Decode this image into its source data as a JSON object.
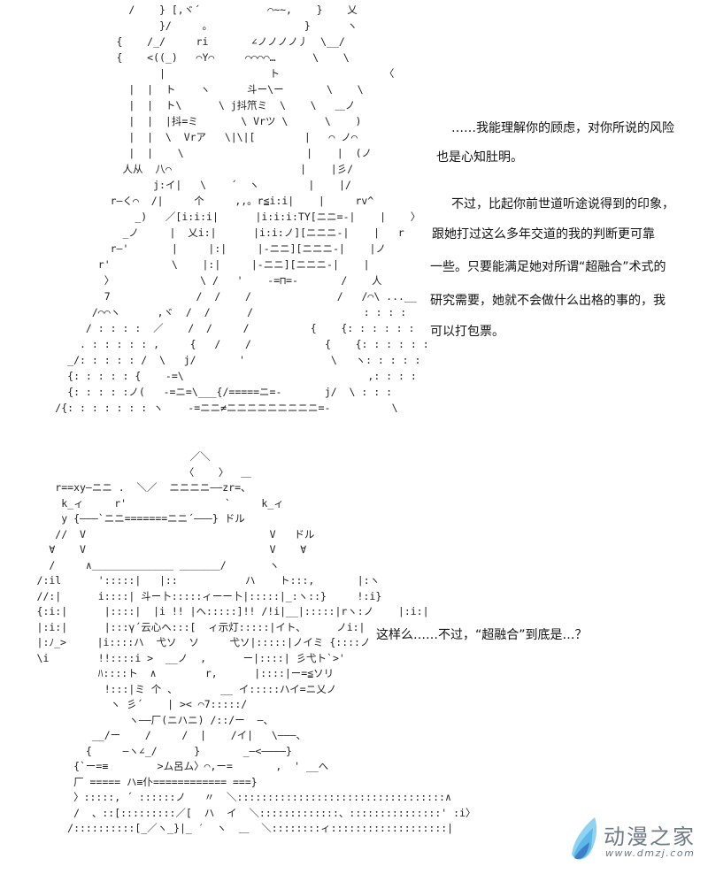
{
  "art_top": [
    "                     /    } [,ヾ´           ⌒~~,    }    乂",
    "                          }/     。               }      ヽ",
    "                   {    /_/     ri       ∠ノノノノ丿  \\__/",
    "                   {    <((_)   ⌒Y⌒     ⌒⌒⌒⌒…      \\    \\",
    "                          |                 ト                 〈",
    "                     |  |  ト    ヽ      斗ー\\ー       \\    \\",
    "                     |  |  ト\\      \\ j抖笊ミ  \\    \\   ＿ノ",
    "                     |  |  |抖=ミ       \\ Vrツ \\      \\    )",
    "                     |  |  \\  Vrア   \\|\\|[        |   ⌒ ノ⌒",
    "                     |  |    \\                    |    |  (ノ",
    "                    人从  八⌒                     |    |彡/",
    "                         j:イ|   \\    ´  ヽ        |    |/",
    "                  r―く⌒  /|     个     ,,。r≦i:i|    |     rv^",
    "                      _)   ／[i:i:i|      |i:i:i:TY[ニニ=-|    |    〉",
    "                    _ノ     |  乂i:|      |i:i:ノ][ニニニ-|    |   r",
    "                  r―'       |     |:|     |-ニニ][ニニニ-|    |ノ",
    "                r'          \\    |:|     |-ニニ][ニニニ-|    |",
    "                 〉              \\ /   '    -=⊓=-       /    人",
    "                 7              /  /    /              /   /⌒\\ ...__",
    "               /⌒⌒ヽ      ,ヾ  /  /      /                  : : : :",
    "              / : : : :  ／    /  /     /          {    {: : : : : :",
    "             . : : : : : ,     {   /    /            {    {: : : : : :",
    "           _/: : : : : /  \\   j/       '              \\   ヽ: : : : :",
    "           {: : : : : {    -=\\                              ,: : : :",
    "           {: : : : :ノ(   -=ニ=\\___{/=====ニ=-       j/  \\ : : :",
    "         /{: : : : : : : ヽ    -=ニニ≠ニニニニニニニニニ=-          \\"
  ],
  "art_bottom": [
    "                               ／＼",
    "                              〈    〉  ＿",
    "         r==xy―ニニ .  ＼／  ニニニニ――zr=、",
    "          k_ィ     r'                `     k_ィ",
    "          y {―――`ニニ=======ニニ´―――} ドル",
    "         //  V                              V   ドル",
    "        ∀    V                              V    ∀",
    "        /     ∧＿＿＿＿＿＿＿＿ ＿＿＿＿/       ヽ",
    "      /:il      ':::::|   |::           ハ    ト:::,       |:ヽ",
    "      //:|      i::::| 斗ー卜:::::ィーー卜|:::::|_:ヽ::}     !:i}",
    "      {:i:|      |::::|  |i !! |ヘ:::::]!! /!i|__|:::::|rヽ:ノ    |:i:|",
    "      |:i:|      |:::γ´云心ヘ:::[  ィ示灯:::::|イト、     ノi:|",
    "      |:ﾉ_>     |i::::ハ  弋ソ  ソ     弋ソ|:::::|ノイミ {::::ノ",
    "      \\i        !!::::i >  __ノ  ,      ー|::::| 彡弋ト`>'",
    "                ﾊ::::ト  ∧        r,      |::::|ー=≦ソリ",
    "                 !:::|ミ 个 、       __ イ:::::ハイ=ニ乂ノ",
    "                  ヽ 彡´    | >< ⌒7:::::/",
    "                     ヽ――厂(ニハニ) /::/ー  ―、",
    "               __/ー    /     /  |    /イ|   \\―――、",
    "              {     ―ヽ∠_/      }       _―<――――}",
    "            {`ー=≡        >ム呂ム〉⌒,ー=       ,  ' __へ",
    "            厂 ===== ハ≡仆============ ===}",
    "            〉:::::, ´ ::::::ノ   〃  ＼::::::::::::::::::::::::::::::::::∧",
    "            /  、::[:::::::::／[  ハ  イ  ＼:::::::::::::、:::::::::::::::' :i〉",
    "           /::::::::::[_／ヽ_}|_ ′  ヽ  ＿  ＼::::::::ィ:::::::::::::::::::|"
  ],
  "narration_top": [
    "……我能理解你的顾虑，对你所说的风险",
    "也是心知肚明。",
    "不过，比起你前世道听途说得到的印象，",
    "跟她打过这么多年交道的我的判断更可靠",
    "一些。只要能满足她对所谓“超融合”术式的",
    "研究需要，她就不会做什么出格的事的，我",
    "可以打包票。"
  ],
  "narration_bottom": "这样么……不过，“超融合”到底是…？",
  "watermark": {
    "title": "动漫之家",
    "url": "www.dmzj.com",
    "logo_colors": [
      "#5bb8e8",
      "#3d7fc6",
      "#8fd3f0"
    ]
  }
}
